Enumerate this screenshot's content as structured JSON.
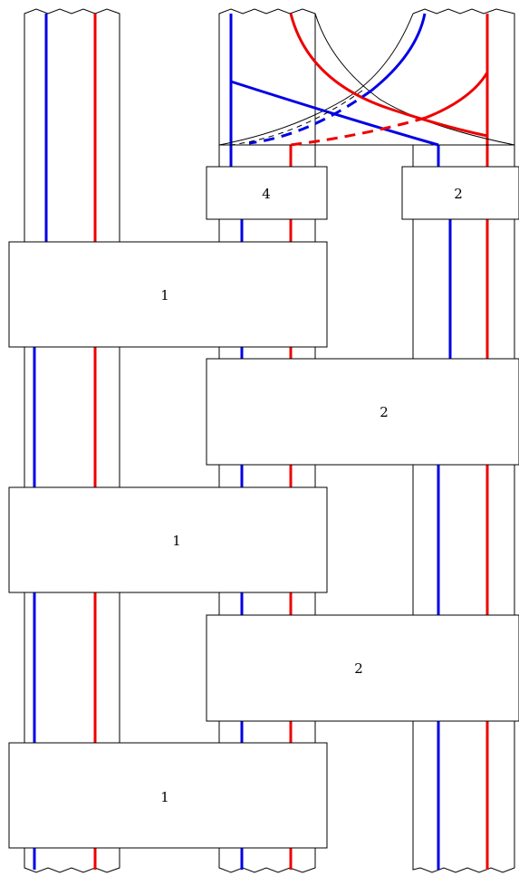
{
  "colors": {
    "blue": "#0000e6",
    "red": "#ee0000",
    "outline": "#000000"
  },
  "boxes": [
    {
      "label": "4"
    },
    {
      "label": "2"
    },
    {
      "label": "1"
    },
    {
      "label": "2"
    },
    {
      "label": "1"
    },
    {
      "label": "2"
    },
    {
      "label": "1"
    }
  ]
}
